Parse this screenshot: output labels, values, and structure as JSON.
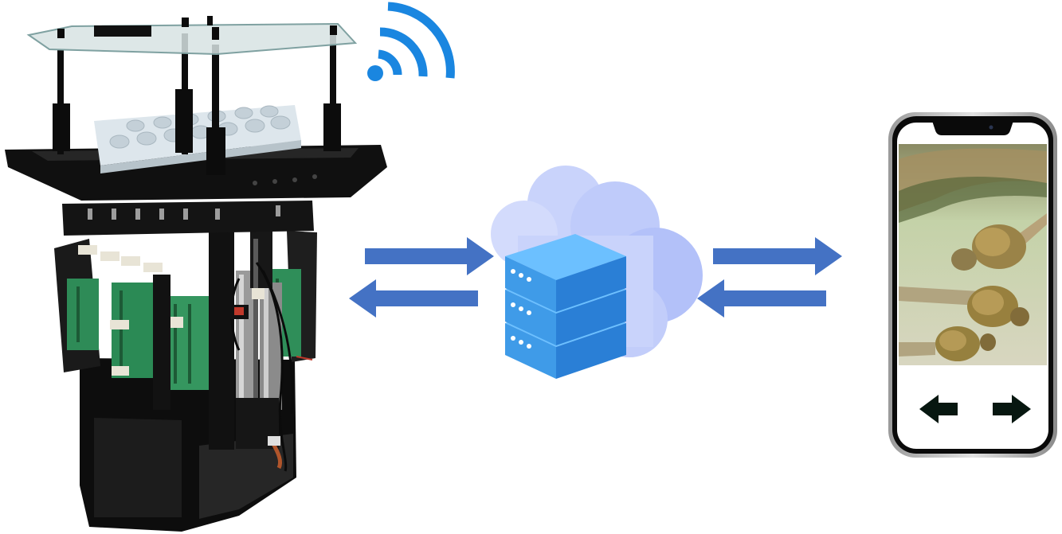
{
  "diagram": {
    "nodes": [
      {
        "id": "microscope-device",
        "icon": "automated-microscope-rig"
      },
      {
        "id": "cloud-server",
        "icon": "cloud-server-icon"
      },
      {
        "id": "smartphone",
        "icon": "smartphone-icon"
      }
    ],
    "edges": [
      {
        "from": "microscope-device",
        "to": "cloud-server",
        "direction": "right"
      },
      {
        "from": "cloud-server",
        "to": "microscope-device",
        "direction": "left"
      },
      {
        "from": "cloud-server",
        "to": "smartphone",
        "direction": "right"
      },
      {
        "from": "smartphone",
        "to": "cloud-server",
        "direction": "left"
      }
    ],
    "wireless_indicator": {
      "icon": "wifi-icon",
      "color": "#1a86e0"
    },
    "colors": {
      "arrow": "#4472c4",
      "cloud": "#c9d3fb",
      "server": "#3f9be8",
      "device_frame": "#151515",
      "pcb": "#2e8b57"
    }
  },
  "phone_screen": {
    "image": "zebrafish-larvae-micrograph",
    "nav_buttons": [
      {
        "name": "previous-arrow",
        "icon": "arrow-left-icon"
      },
      {
        "name": "next-arrow",
        "icon": "arrow-right-icon"
      }
    ]
  }
}
